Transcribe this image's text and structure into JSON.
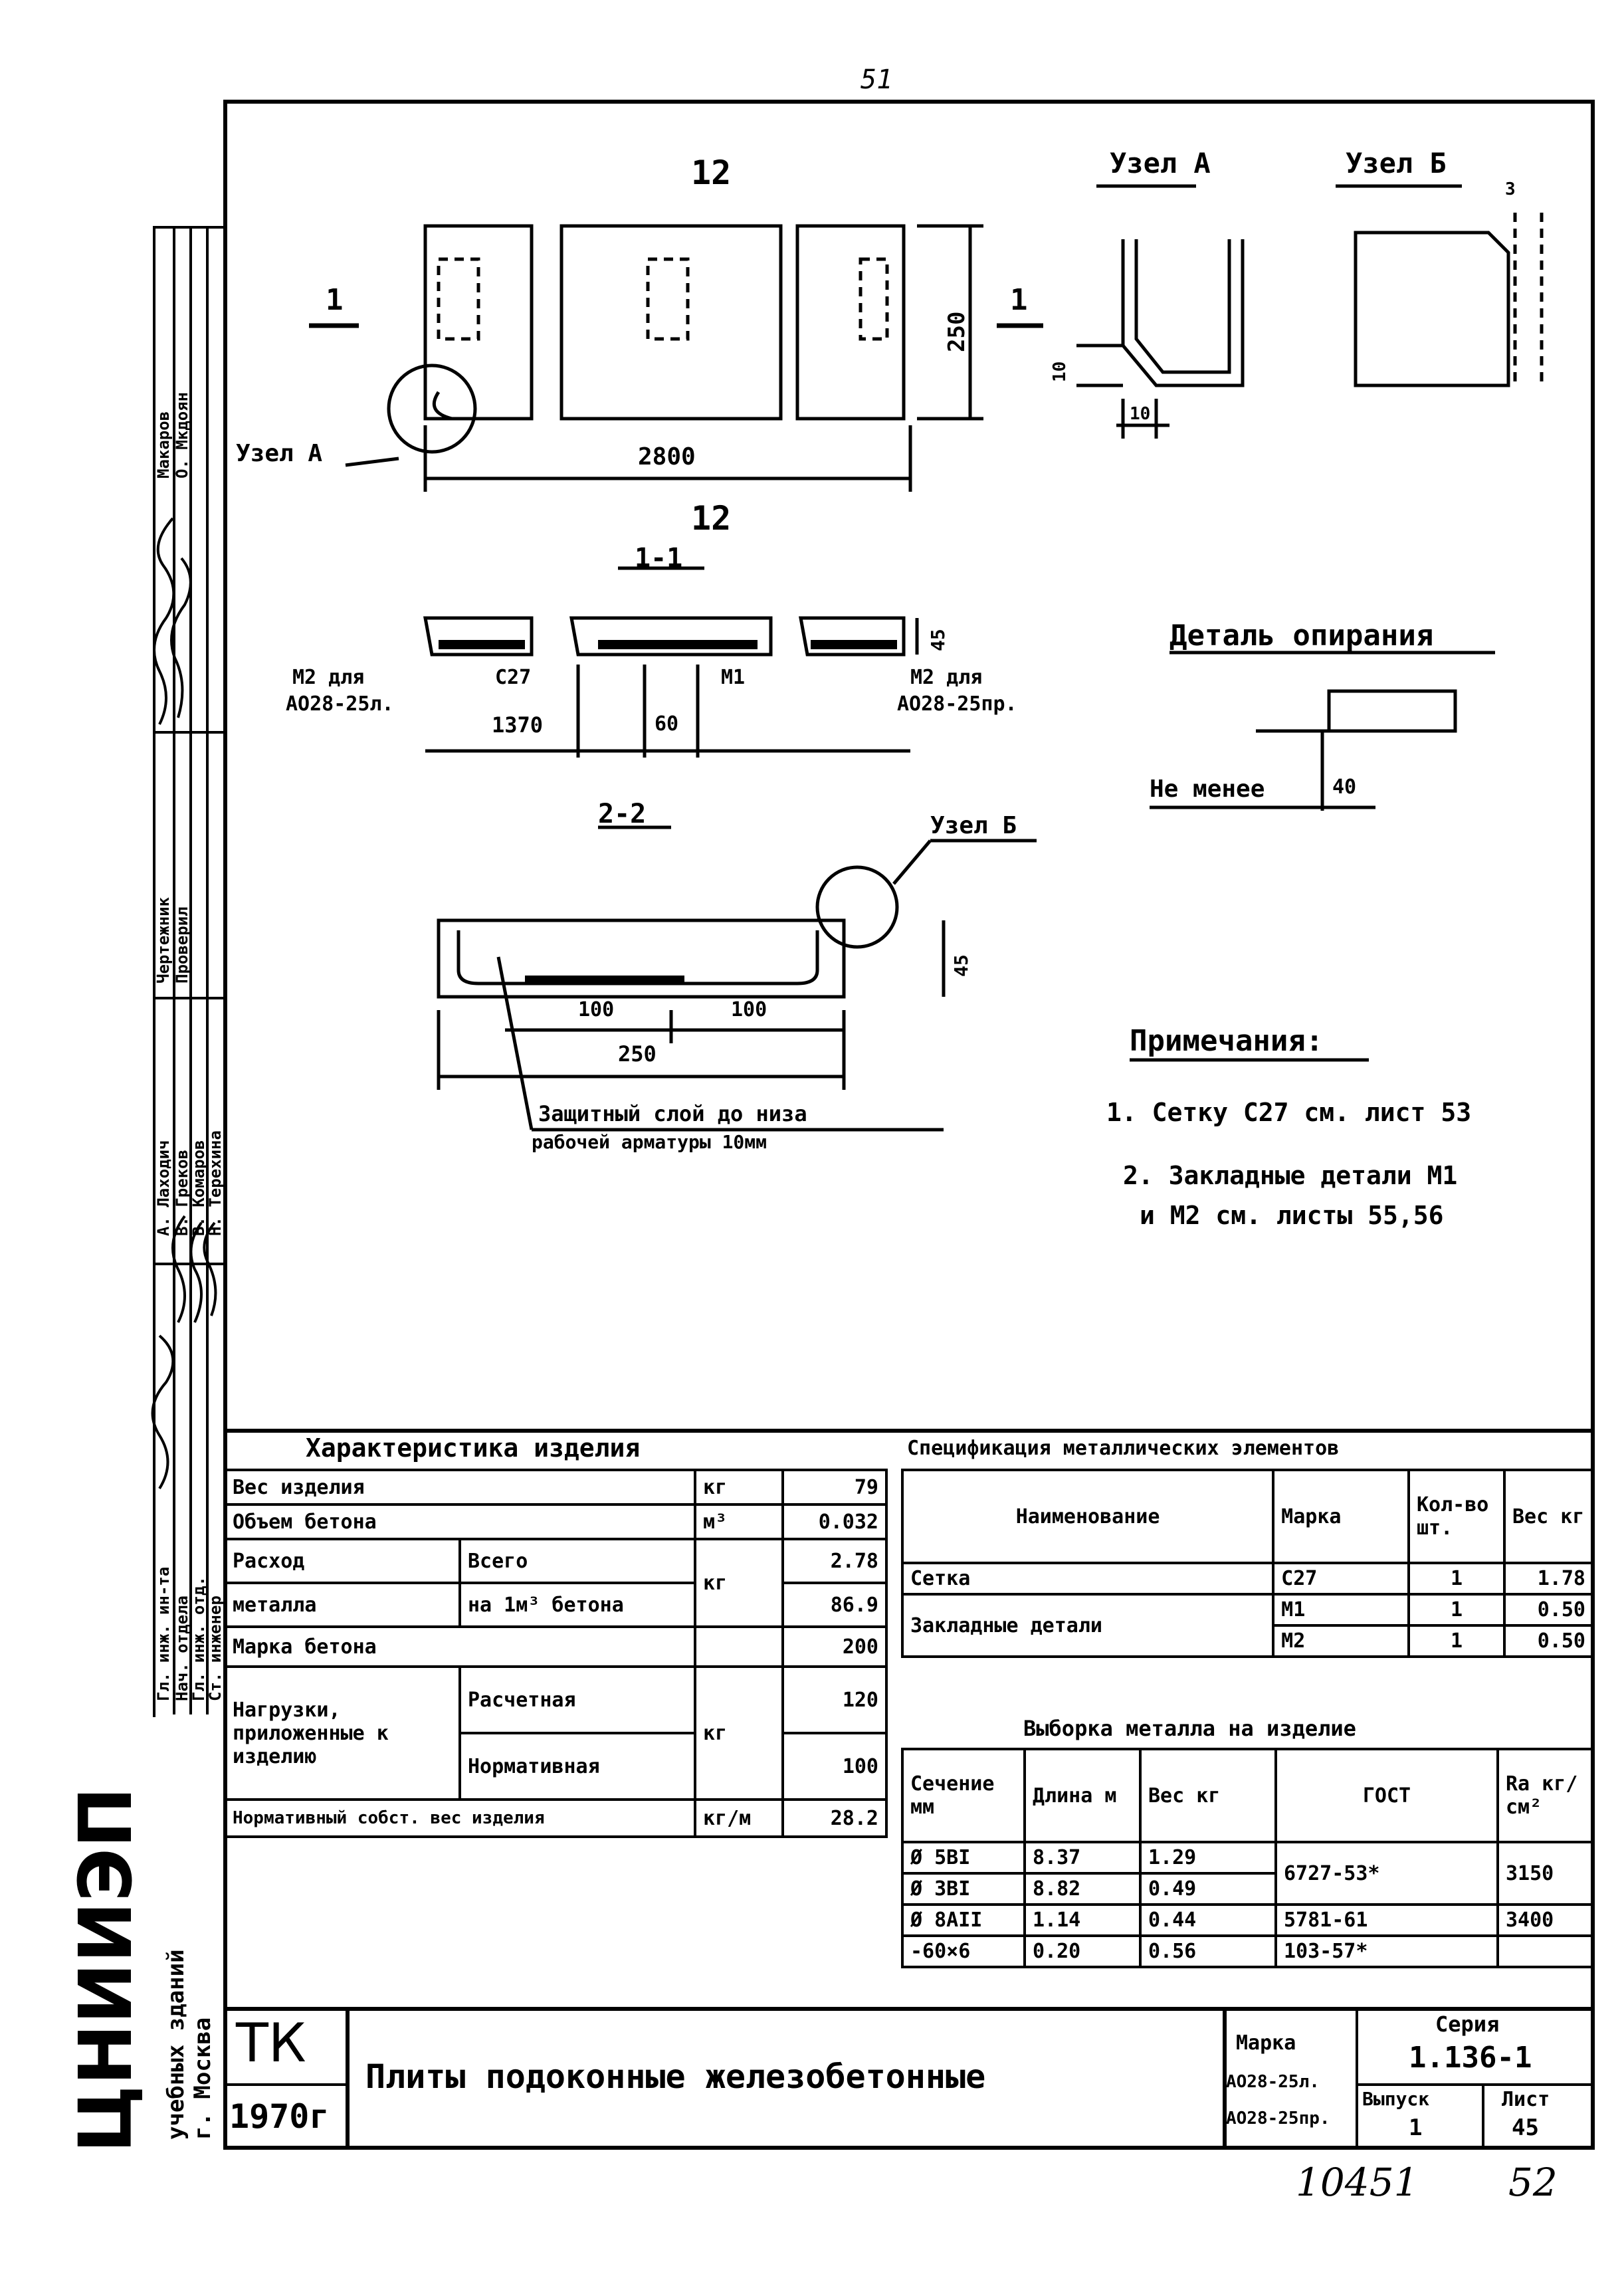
{
  "page_number_top": "51",
  "drawing": {
    "view_label_12_top": "12",
    "view_label_12_mid": "12",
    "section_mark_left": "1",
    "section_mark_right": "1",
    "dim_length": "2800",
    "dim_height": "250",
    "node_a_callout": "Узел А",
    "node_a_title": "Узел А",
    "node_b_title": "Узел Б",
    "node_a_dim_1": "10",
    "node_a_dim_2": "10",
    "node_b_dim": "3",
    "section_1_1": "1-1",
    "m2_left_1": "М2 для",
    "m2_left_2": "АО28-25л.",
    "c27": "С27",
    "m1": "М1",
    "m2_right_1": "М2 для",
    "m2_right_2": "АО28-25пр.",
    "dim_1370": "1370",
    "dim_60": "60",
    "dim_45_a": "45",
    "section_2_2": "2-2",
    "node_b_callout": "Узел Б",
    "dim_100_a": "100",
    "dim_100_b": "100",
    "dim_250": "250",
    "dim_45_b": "45",
    "protect_1": "Защитный слой до низа",
    "protect_2": "рабочей арматуры 10мм",
    "detail_title": "Деталь опирания",
    "not_less": "Не менее",
    "dim_40": "40",
    "notes_title": "Примечания:",
    "note_1": "1. Сетку С27 см. лист 53",
    "note_2a": "2. Закладные детали М1",
    "note_2b": "и М2 см. листы 55,56"
  },
  "side_stamp": {
    "col1": [
      "Гл. инж. ин-та",
      "Нач. отдела",
      "Гл. инж. отд.",
      "Ст. инженер"
    ],
    "col2": [
      "А. Лаходич",
      "В. Греков",
      "В. Комаров",
      "Н. Терехина"
    ],
    "col3": [
      "Чертежник",
      "Проверил"
    ],
    "col4": [
      "Макаров",
      "О. Мкдоян"
    ]
  },
  "char_table": {
    "title": "Характеристика изделия",
    "rows": [
      {
        "label": "Вес изделия",
        "sub": "",
        "unit": "кг",
        "value": "79"
      },
      {
        "label": "Объем бетона",
        "sub": "",
        "unit": "м³",
        "value": "0.032"
      },
      {
        "label": "Расход",
        "sub": "Всего",
        "unit": "кг",
        "value": "2.78"
      },
      {
        "label": "металла",
        "sub": "на 1м³ бетона",
        "unit": "",
        "value": "86.9"
      },
      {
        "label": "Марка бетона",
        "sub": "",
        "unit": "",
        "value": "200"
      },
      {
        "label": "Нагрузки, приложенные к изделию",
        "sub": "Расчетная",
        "unit": "кг",
        "value": "120"
      },
      {
        "label": "",
        "sub": "Нормативная",
        "unit": "",
        "value": "100"
      },
      {
        "label": "Нормативный собст. вес изделия",
        "sub": "",
        "unit": "кг/м",
        "value": "28.2"
      }
    ]
  },
  "spec_table": {
    "title": "Спецификация металлических элементов",
    "headers": [
      "Наименование",
      "Марка",
      "Кол-во шт.",
      "Вес кг"
    ],
    "rows": [
      [
        "Сетка",
        "С27",
        "1",
        "1.78"
      ],
      [
        "Закладные детали",
        "М1",
        "1",
        "0.50"
      ],
      [
        "",
        "М2",
        "1",
        "0.50"
      ]
    ]
  },
  "metal_table": {
    "title": "Выборка металла на изделие",
    "headers": [
      "Сечение мм",
      "Длина м",
      "Вес кг",
      "ГОСТ",
      "Rа кг/см²"
    ],
    "rows": [
      [
        "Ø 5BI",
        "8.37",
        "1.29",
        "6727-53*",
        "3150"
      ],
      [
        "Ø 3BI",
        "8.82",
        "0.49",
        "",
        ""
      ],
      [
        "Ø 8AII",
        "1.14",
        "0.44",
        "5781-61",
        "3400"
      ],
      [
        "-60×6",
        "0.20",
        "0.56",
        "103-57*",
        ""
      ]
    ]
  },
  "title_block": {
    "org": "ЦНИИЭП",
    "org_sub_1": "учебных зданий",
    "org_sub_2": "г. Москва",
    "tk": "ТК",
    "year": "1970г",
    "title": "Плиты подоконные железобетонные",
    "mark_label": "Марка",
    "mark_1": "АО28-25л.",
    "mark_2": "АО28-25пр.",
    "series_label": "Серия",
    "series": "1.136-1",
    "issue_label": "Выпуск",
    "issue": "1",
    "sheet_label": "Лист",
    "sheet": "45"
  },
  "footer": {
    "archive_no": "10451",
    "page_no": "52"
  }
}
